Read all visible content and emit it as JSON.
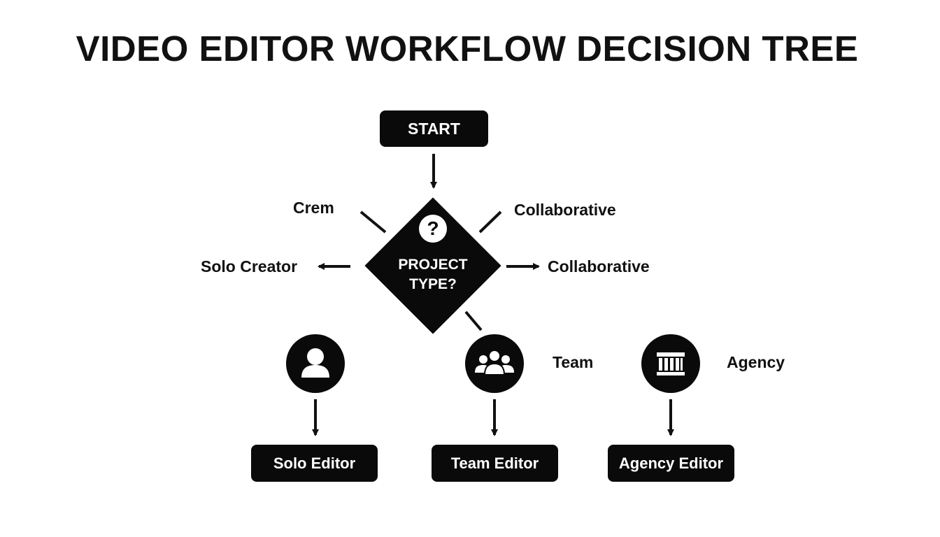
{
  "title": "VIDEO EDITOR WORKFLOW DECISION TREE",
  "start": {
    "label": "START"
  },
  "decision": {
    "icon": "question-mark-icon",
    "icon_glyph": "?",
    "line1": "PROJECT",
    "line2": "TYPE?"
  },
  "branch_labels": {
    "top_left": "Crem",
    "top_right": "Collaborative",
    "left": "Solo Creator",
    "right": "Collaborative"
  },
  "categories": [
    {
      "icon": "person-icon",
      "label": "",
      "result": "Solo Editor"
    },
    {
      "icon": "group-icon",
      "label": "Team",
      "result": "Team Editor"
    },
    {
      "icon": "building-icon",
      "label": "Agency",
      "result": "Agency Editor"
    }
  ],
  "colors": {
    "shape_fill": "#0a0a0a",
    "text_on_shape": "#ffffff",
    "background": "#ffffff"
  }
}
